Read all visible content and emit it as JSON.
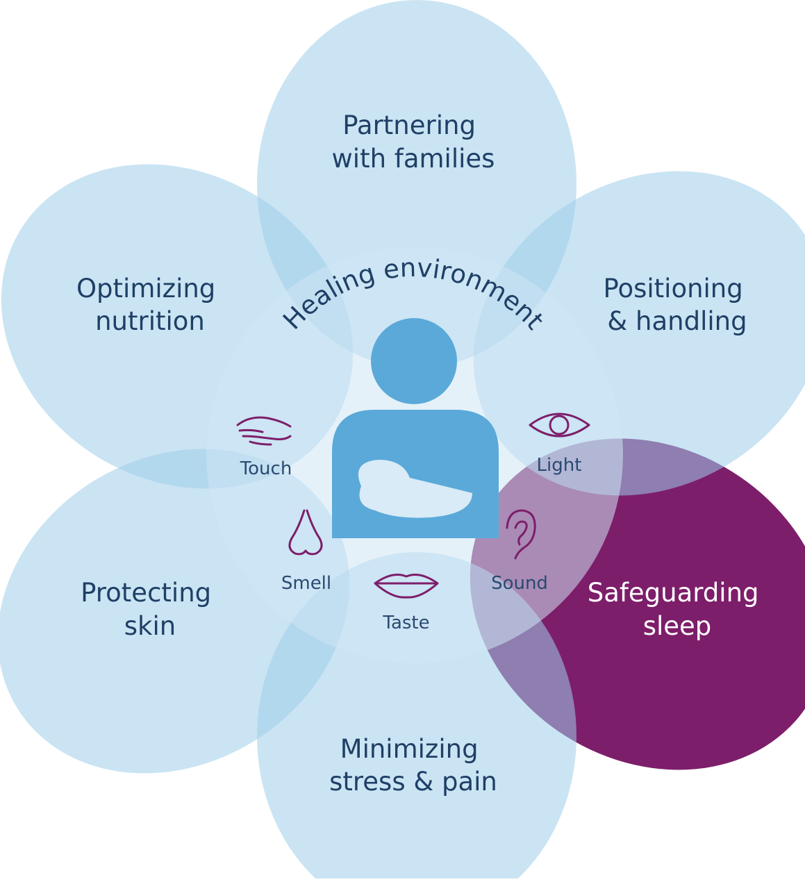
{
  "diagram": {
    "center_ring": {
      "label": "Healing environment",
      "figure": "parent-holding-infant-icon"
    },
    "petals": [
      {
        "id": "top",
        "lines": [
          "Partnering",
          "with families"
        ],
        "highlighted": false
      },
      {
        "id": "upper-right",
        "lines": [
          "Positioning",
          "& handling"
        ],
        "highlighted": false
      },
      {
        "id": "lower-right",
        "lines": [
          "Safeguarding",
          "sleep"
        ],
        "highlighted": true
      },
      {
        "id": "bottom",
        "lines": [
          "Minimizing",
          "stress & pain"
        ],
        "highlighted": false
      },
      {
        "id": "lower-left",
        "lines": [
          "Protecting",
          "skin"
        ],
        "highlighted": false
      },
      {
        "id": "upper-left",
        "lines": [
          "Optimizing",
          "nutrition"
        ],
        "highlighted": false
      }
    ],
    "senses": [
      {
        "label": "Touch",
        "icon": "hand-icon"
      },
      {
        "label": "Light",
        "icon": "eye-icon"
      },
      {
        "label": "Sound",
        "icon": "ear-icon"
      },
      {
        "label": "Taste",
        "icon": "lips-icon"
      },
      {
        "label": "Smell",
        "icon": "nose-icon"
      }
    ],
    "colors": {
      "petal": "#9fcde9",
      "petal_opacity": 0.55,
      "highlight": "#7d1e6a",
      "figure": "#5aa9d9",
      "text": "#1f3f66",
      "icon_stroke": "#7d1e6a"
    }
  }
}
